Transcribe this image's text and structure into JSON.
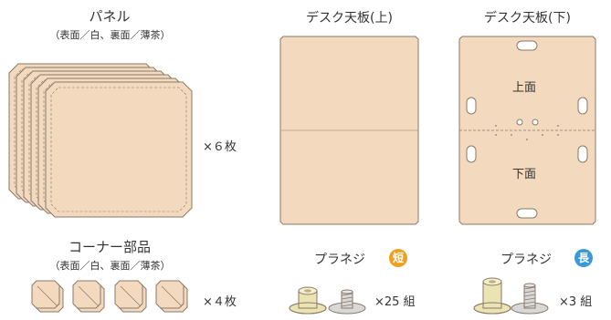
{
  "panels": {
    "title": "パネル",
    "subtitle": "（表面／白、裏面／薄茶）",
    "quantity": "×６枚"
  },
  "desk_top_upper": {
    "title": "デスク天板(上)"
  },
  "desk_top_lower": {
    "title": "デスク天板(下)",
    "label_top": "上面",
    "label_bottom": "下面"
  },
  "corner_parts": {
    "title": "コーナー部品",
    "subtitle": "（表面／白、裏面／薄茶）",
    "quantity": "×４枚"
  },
  "screw_short": {
    "label": "プラネジ",
    "badge": "短",
    "quantity": "×25 組"
  },
  "screw_long": {
    "label": "プラネジ",
    "badge": "長",
    "quantity": "×3 組"
  },
  "colors": {
    "board": "#f3d9bd",
    "outline": "#8a7a6a",
    "badge_short": "#f0a020",
    "badge_long": "#3a9ad9",
    "screw_body": "#eae3b2",
    "screw_thread": "#d8d8d8"
  }
}
